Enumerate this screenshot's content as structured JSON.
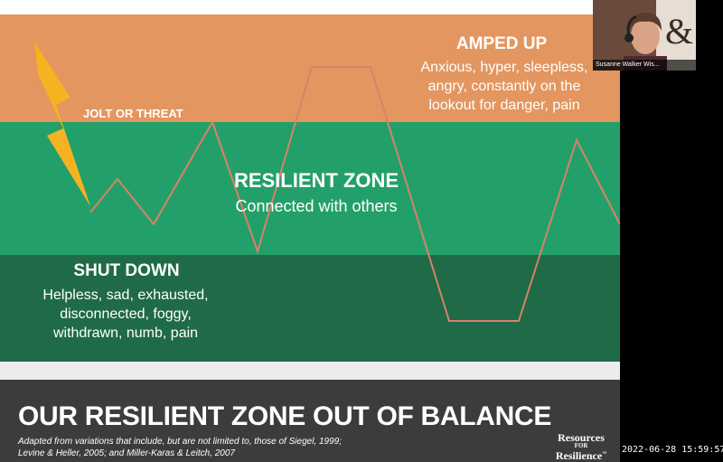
{
  "colors": {
    "amped_band": "#e3965f",
    "resilient_band": "#23a06a",
    "shutdown_band": "#1f6a47",
    "wave_line": "#d8826a",
    "bolt": "#f5b321",
    "footer_bg": "#3c3c3c",
    "gap_bg": "#ececec"
  },
  "amped": {
    "title": "AMPED UP",
    "desc": [
      "Anxious, hyper, sleepless,",
      "angry, constantly on the",
      "lookout for danger, pain"
    ]
  },
  "jolt": {
    "label": "JOLT OR THREAT",
    "icon": "lightning-bolt-icon"
  },
  "resilient": {
    "title": "RESILIENT ZONE",
    "desc": "Connected with others"
  },
  "shutdown": {
    "title": "SHUT DOWN",
    "desc": [
      "Helpless, sad, exhausted,",
      "disconnected, foggy,",
      "withdrawn, numb, pain"
    ]
  },
  "footer": {
    "title": "OUR RESILIENT ZONE OUT OF BALANCE",
    "citation": "Adapted from variations that include, but are not limited to, those of Siegel, 1999; Levine & Heller, 2005; and Miller-Karas & Leitch, 2007",
    "logo": {
      "line1": "Resources",
      "line2": "FOR",
      "line3": "Resilience",
      "mark": "™"
    }
  },
  "video": {
    "participant_name": "Susanne Walker Wis..."
  },
  "timestamp": "2022-06-28 15:59:57"
}
